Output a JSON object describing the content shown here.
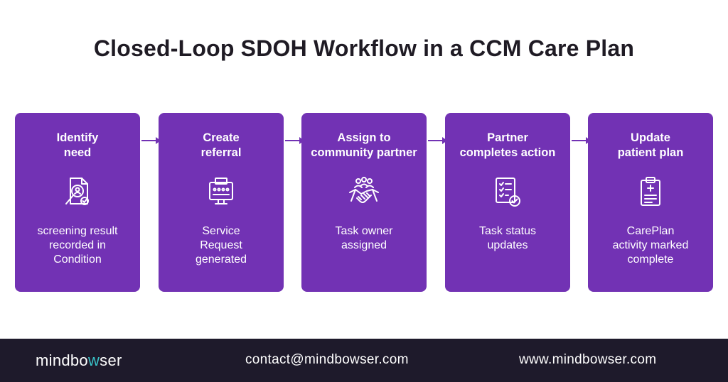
{
  "title": "Closed-Loop SDOH Workflow in a CCM Care Plan",
  "colors": {
    "card": "#7232b4",
    "footer": "#1e1a2b",
    "accent": "#39c1c7"
  },
  "steps": [
    {
      "heading": "Identify\nneed",
      "icon": "search-document-icon",
      "description": "screening result\nrecorded in\nCondition"
    },
    {
      "heading": "Create\nreferral",
      "icon": "form-screen-icon",
      "description": "Service\nRequest\ngenerated"
    },
    {
      "heading": "Assign to\ncommunity partner",
      "icon": "handshake-team-icon",
      "description": "Task owner\nassigned"
    },
    {
      "heading": "Partner\ncompletes action",
      "icon": "checklist-icon",
      "description": "Task status\nupdates"
    },
    {
      "heading": "Update\npatient plan",
      "icon": "clipboard-plus-icon",
      "description": "CarePlan\nactivity marked\ncomplete"
    }
  ],
  "footer": {
    "brand_pre": "mindbo",
    "brand_w": "w",
    "brand_post": "ser",
    "email": "contact@mindbowser.com",
    "website": "www.mindbowser.com"
  }
}
